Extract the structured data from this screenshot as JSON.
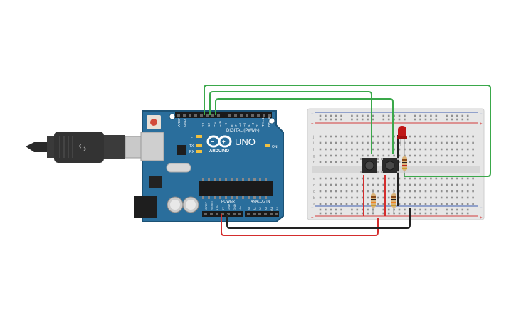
{
  "board": {
    "model": "UNO",
    "brand": "ARDUINO",
    "digital_label": "DIGITAL (PWM~)",
    "power_label": "POWER",
    "analog_label": "ANALOG IN",
    "on_label": "ON",
    "l_label": "L",
    "tx_label": "TX",
    "rx_label": "RX",
    "digital_pins": [
      "AREF",
      "GND",
      "13",
      "12",
      "~11",
      "~10",
      "~9",
      "8",
      "7",
      "~6",
      "~5",
      "4",
      "~3",
      "2",
      "TX→1",
      "RX←0"
    ],
    "power_pins": [
      "IOREF",
      "RESET",
      "3.3V",
      "5V",
      "GND",
      "GND",
      "Vin"
    ],
    "analog_pins": [
      "A0",
      "A1",
      "A2",
      "A3",
      "A4",
      "A5"
    ]
  },
  "breadboard": {
    "row_letters_top": [
      "j",
      "i",
      "h",
      "g",
      "f"
    ],
    "row_letters_bottom": [
      "e",
      "d",
      "c",
      "b",
      "a"
    ],
    "column_count": 30
  },
  "colors": {
    "board": "#2a6e9c",
    "board_edge": "#1c5275",
    "wire_green": "#3aa84a",
    "wire_red": "#d42d2d",
    "wire_black": "#222222",
    "led": "#c01818",
    "rail_red": "#d23c3c",
    "rail_blue": "#3c5cb0"
  }
}
